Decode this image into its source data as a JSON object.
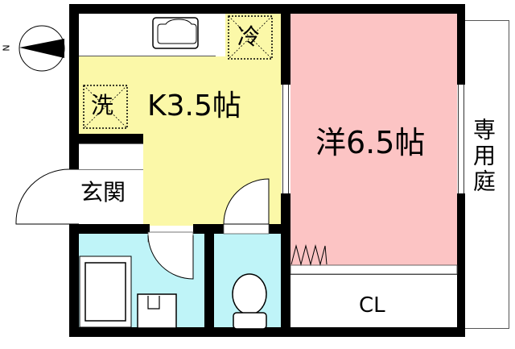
{
  "floorplan": {
    "compass": {
      "label": "N",
      "icon": "north-arrow-icon"
    },
    "rooms": {
      "kitchen": {
        "label": "K3.5帖",
        "color": "#fbf8a8"
      },
      "western_room": {
        "label": "洋6.5帖",
        "color": "#fcc4c4"
      },
      "entrance": {
        "label": "玄関"
      },
      "closet": {
        "label": "CL"
      },
      "private_garden": {
        "label": "専用庭"
      },
      "bathroom": {
        "color": "#bff4f8"
      },
      "toilet": {
        "color": "#bff4f8"
      }
    },
    "fixtures": {
      "washer": {
        "label": "洗"
      },
      "fridge": {
        "label": "冷"
      }
    }
  }
}
